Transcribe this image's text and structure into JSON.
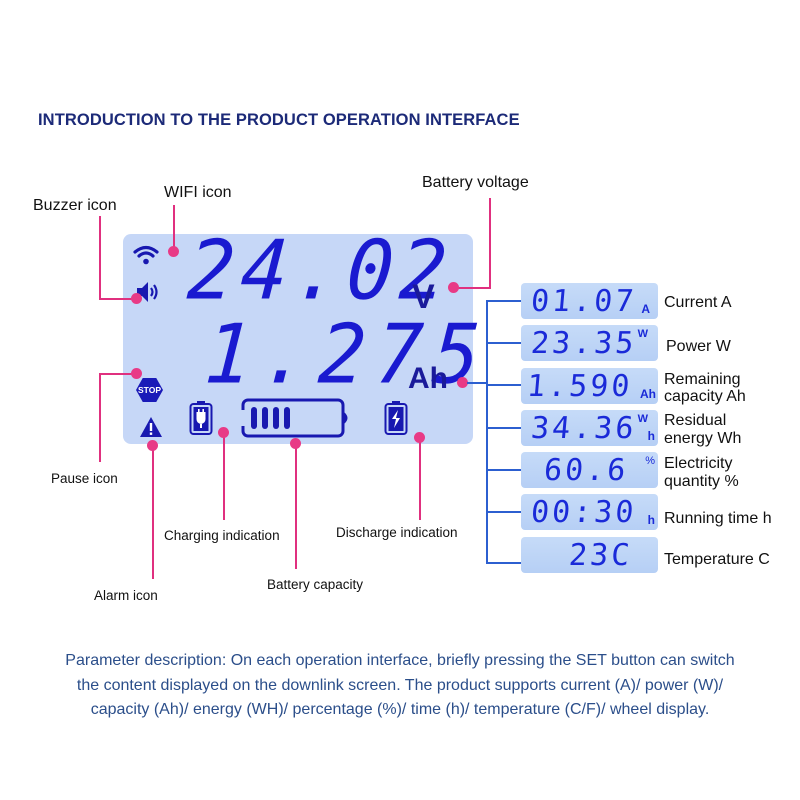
{
  "title": "INTRODUCTION TO THE PRODUCT OPERATION INTERFACE",
  "callouts": {
    "buzzer": "Buzzer icon",
    "wifi": "WIFI icon",
    "battery_voltage": "Battery voltage",
    "pause": "Pause icon",
    "alarm": "Alarm icon",
    "charging": "Charging indication",
    "battery_capacity": "Battery capacity",
    "discharge": "Discharge indication"
  },
  "main_display": {
    "voltage_value": "24.02",
    "voltage_unit": "V",
    "capacity_value": "1.275",
    "capacity_unit": "Ah",
    "stop_text": "STOP",
    "alarm_glyph": "!",
    "battery_bars": 4,
    "icons": [
      "wifi-icon",
      "speaker-icon",
      "stop-icon",
      "alarm-icon",
      "plug-icon",
      "battery-icon",
      "lightning-icon"
    ]
  },
  "sub_displays": [
    {
      "value": "01.07",
      "unit": "A",
      "label_line1": "Current A",
      "label_line2": ""
    },
    {
      "value": "23.35",
      "unit": "W",
      "label_line1": "Power W",
      "label_line2": ""
    },
    {
      "value": "1.590",
      "unit": "Ah",
      "label_line1": "Remaining",
      "label_line2": "capacity Ah"
    },
    {
      "value": "34.36",
      "unit": "Wh",
      "unit_top": "W",
      "unit_bottom": "h",
      "label_line1": "Residual",
      "label_line2": "energy Wh"
    },
    {
      "value": "60.6",
      "unit": "%",
      "label_line1": "Electricity",
      "label_line2": "quantity %"
    },
    {
      "value": "00:30",
      "unit": "h",
      "label_line1": "Running time h",
      "label_line2": ""
    },
    {
      "value": "23C",
      "unit": "",
      "label_line1": "Temperature C",
      "label_line2": ""
    }
  ],
  "description": "Parameter description: On each operation interface, briefly pressing the SET button can switch the content displayed on the downlink screen. The product supports current (A)/ power (W)/ capacity (Ah)/ energy (WH)/ percentage (%)/ time (h)/ temperature (C/F)/ wheel display.",
  "colors": {
    "title": "#1c2a78",
    "lcd_background": "#c6d7f7",
    "segment_blue": "#1a1ad0",
    "callout_pink": "#e83a86",
    "bracket_blue": "#2c5fd0",
    "description_text": "#2b4e8a"
  }
}
